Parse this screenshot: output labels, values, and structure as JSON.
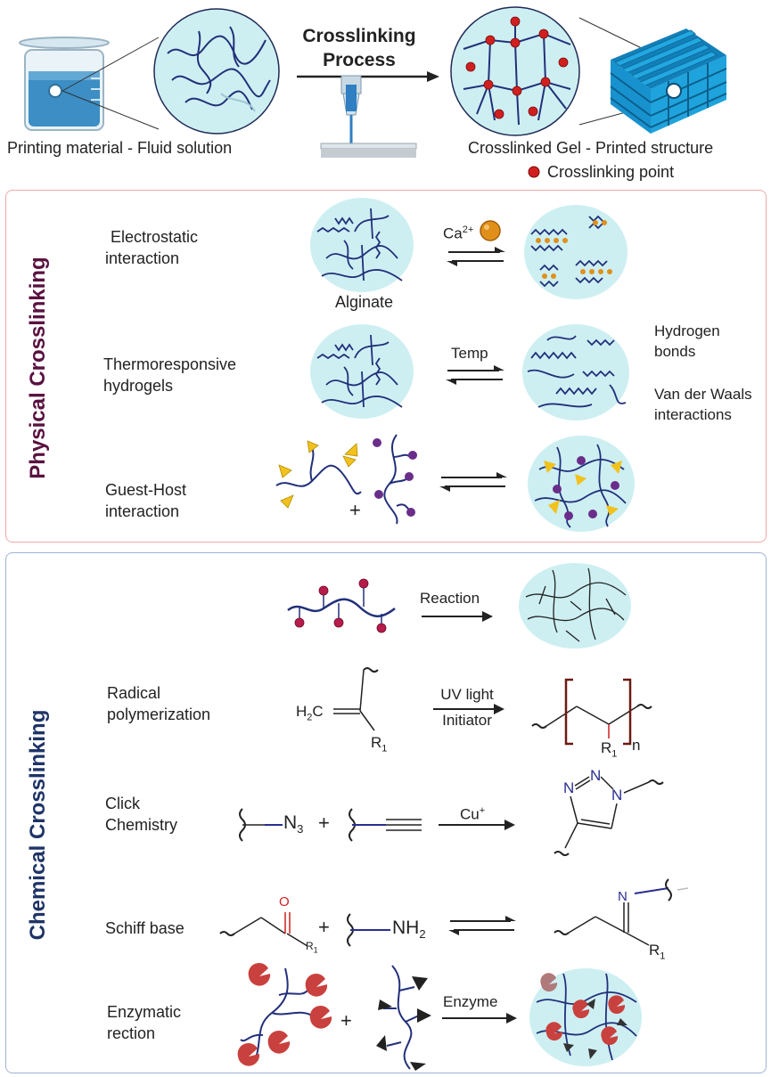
{
  "header": {
    "process_title_line1": "Crosslinking",
    "process_title_line2": "Process",
    "left_caption": "Printing material - Fluid solution",
    "right_caption": "Crosslinked Gel  -  Printed structure",
    "legend_point": "Crosslinking point"
  },
  "physical": {
    "title": "Physical Crosslinking",
    "rows": [
      {
        "label_line1": "Electrostatic",
        "label_line2": "interaction",
        "arrow_label": "Ca",
        "arrow_sup": "2+",
        "sub_caption": "Alginate"
      },
      {
        "label_line1": "Thermoresponsive",
        "label_line2": "hydrogels",
        "arrow_label": "Temp",
        "side_note_1": "Hydrogen",
        "side_note_2": "bonds",
        "side_note_3": "Van der Waals",
        "side_note_4": "interactions"
      },
      {
        "label_line1": "Guest-Host",
        "label_line2": "interaction",
        "plus": "+"
      }
    ]
  },
  "chemical": {
    "title": "Chemical Crosslinking",
    "reaction_label": "Reaction",
    "rows": [
      {
        "label_line1": "Radical",
        "label_line2": "polymerization",
        "arrow_label_1": "UV light",
        "arrow_label_2": "Initiator",
        "reactant": "H",
        "reactant_sub": "2",
        "reactant_rest": "C",
        "r_group": "R",
        "r_sub": "1",
        "repeat": "n"
      },
      {
        "label_line1": "Click",
        "label_line2": "Chemistry",
        "azide": "N",
        "azide_sub": "3",
        "plus": "+",
        "arrow_label": "Cu",
        "arrow_sup": "+"
      },
      {
        "label": "Schiff base",
        "amine": "NH",
        "amine_sub": "2",
        "plus": "+",
        "o_atom": "O",
        "n_atom": "N",
        "r_group": "R",
        "r_sub": "1"
      },
      {
        "label_line1": "Enzymatic",
        "label_line2": "rection",
        "plus": "+",
        "arrow_label": "Enzyme"
      }
    ]
  },
  "colors": {
    "physical_border": "#f0a8a8",
    "chemical_border": "#9fb2d8",
    "physical_title": "#5a1240",
    "chemical_title": "#1f3466",
    "bubble": "#cdeff2",
    "chain": "#22307a",
    "crosslink_point": "#d11f1f",
    "grid_blue": "#1a9fd8",
    "yellow": "#f1c21b",
    "purple": "#6a2d8a",
    "pacman": "#c9413e"
  }
}
